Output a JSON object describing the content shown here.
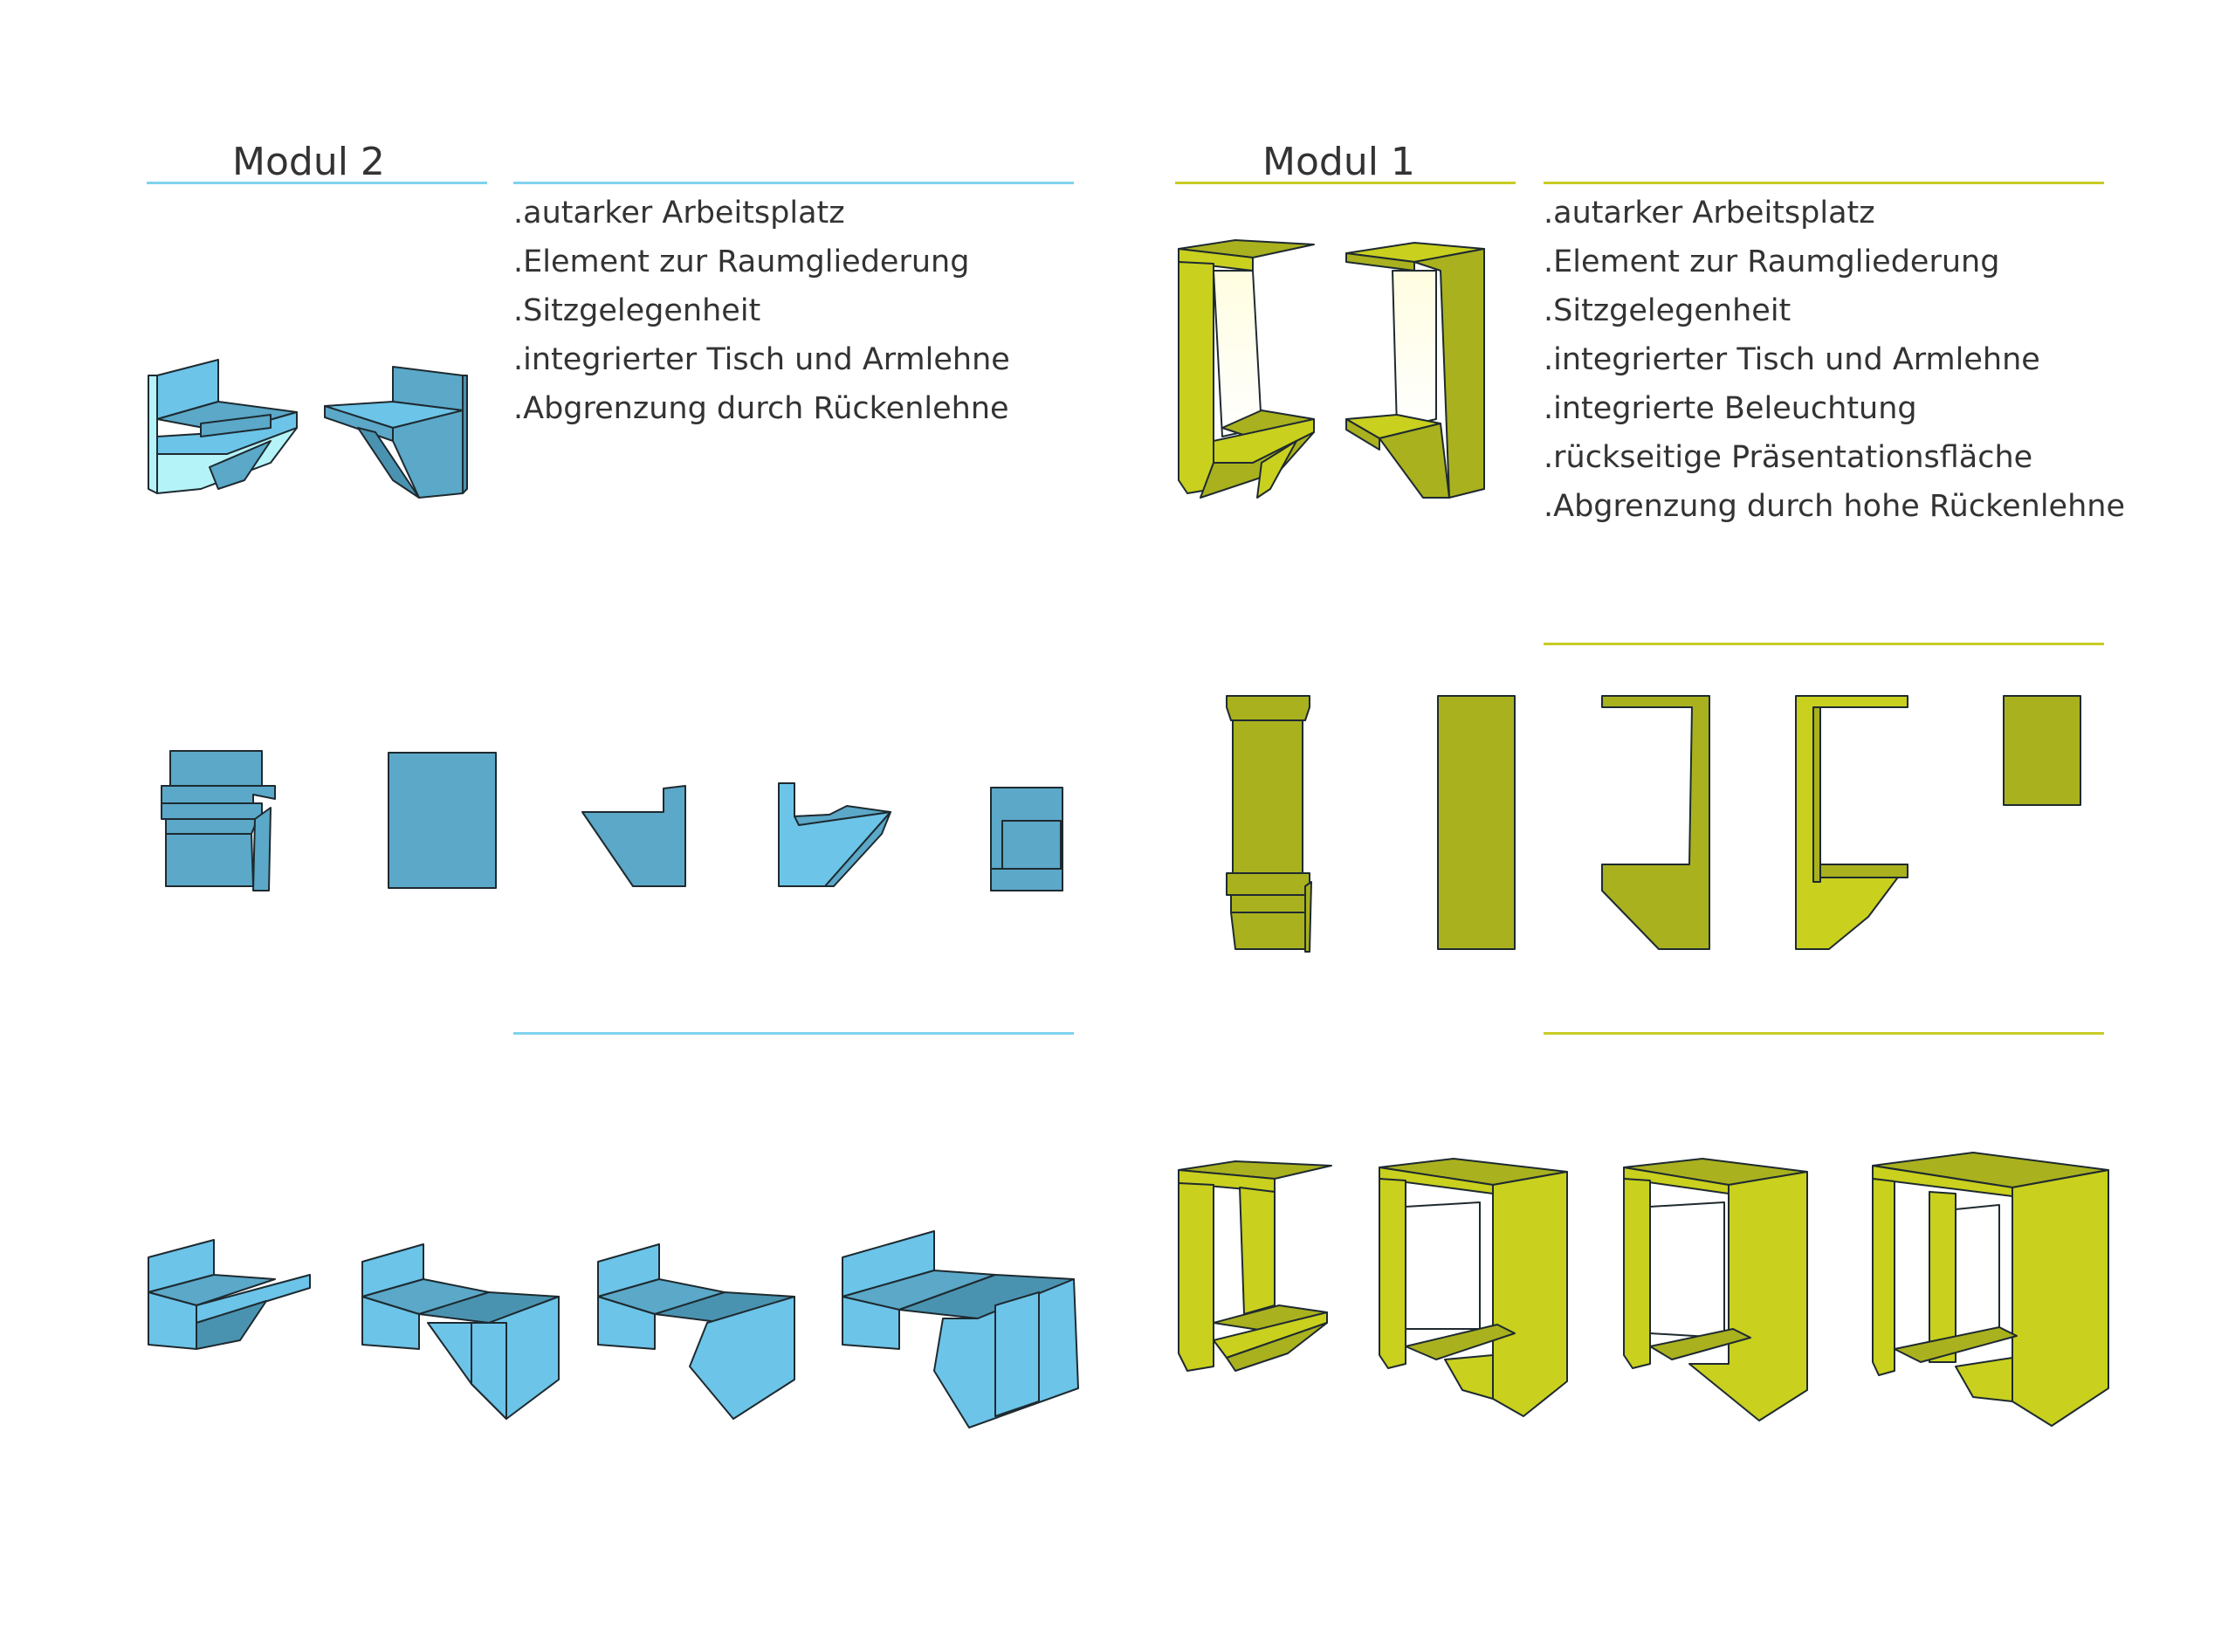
{
  "modules": [
    {
      "id": "modul-2",
      "title": "Modul 2",
      "accent": "#7fd2ee",
      "fill_main": "#5ba8c8",
      "fill_light": "#6cc4e8",
      "fill_highlight": "#b4f4f8",
      "features": [
        ".autarker Arbeitsplatz",
        ".Element zur Raumgliederung",
        ".Sitzgelegenheit",
        ".integrierter Tisch und Armlehne",
        ".Abgrenzung durch Rückenlehne"
      ]
    },
    {
      "id": "modul-1",
      "title": "Modul 1",
      "accent": "#c8cc24",
      "fill_main": "#a9b11e",
      "fill_light": "#c9d01e",
      "fill_highlight": "#fffde0",
      "features": [
        ".autarker Arbeitsplatz",
        ".Element zur Raumgliederung",
        ".Sitzgelegenheit",
        ".integrierter Tisch und Armlehne",
        ".integrierte Beleuchtung",
        ".rückseitige Präsentationsfläche",
        ".Abgrenzung durch hohe Rückenlehne"
      ]
    }
  ]
}
